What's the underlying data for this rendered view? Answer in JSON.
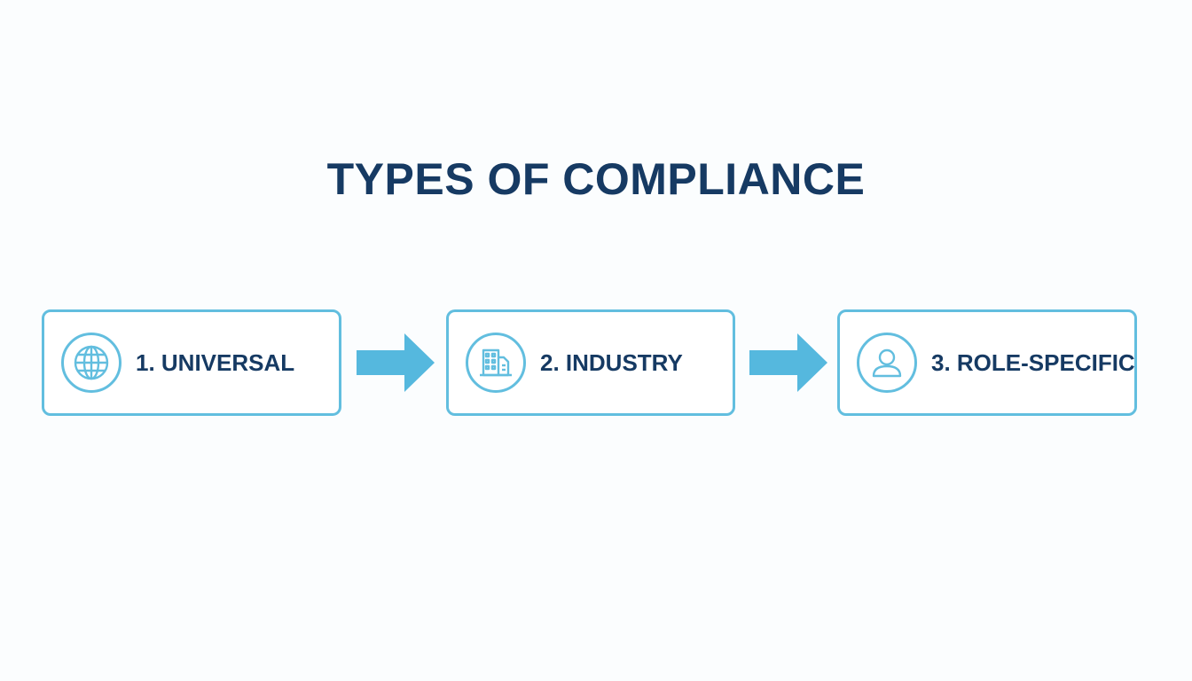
{
  "diagram": {
    "title": "TYPES OF COMPLIANCE",
    "steps": [
      {
        "label": "1. UNIVERSAL",
        "icon": "globe-icon"
      },
      {
        "label": "2. INDUSTRY",
        "icon": "building-icon"
      },
      {
        "label": "3. ROLE-SPECIFIC",
        "icon": "user-icon"
      }
    ],
    "colors": {
      "title": "#163a63",
      "label": "#163a63",
      "accent": "#62bedf",
      "arrow": "#55b8de",
      "background": "#fbfdfe"
    }
  }
}
